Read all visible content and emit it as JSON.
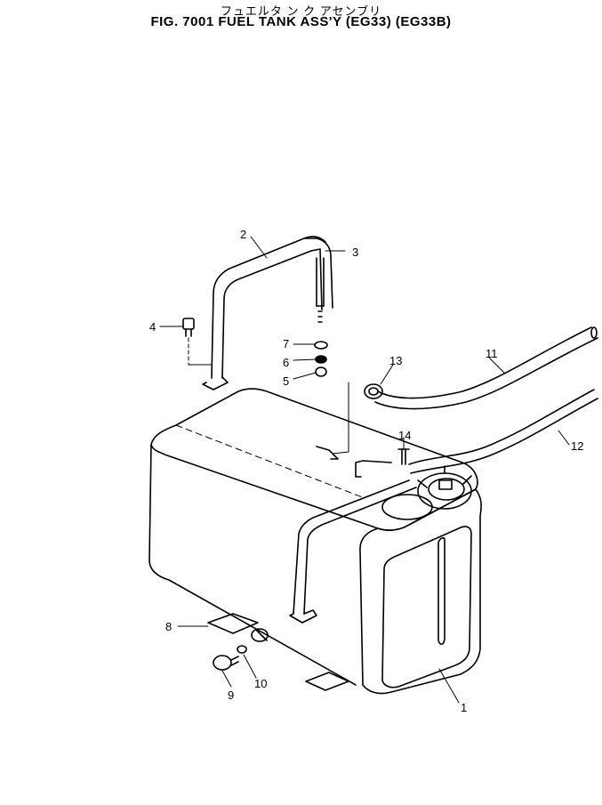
{
  "title_jp": "フュエルタ ン ク アセンブリ",
  "title_en": "FIG. 7001  FUEL TANK ASS'Y (EG33) (EG33B)",
  "callouts": [
    "1",
    "2",
    "3",
    "4",
    "5",
    "6",
    "7",
    "8",
    "9",
    "10",
    "11",
    "12",
    "13",
    "14"
  ]
}
